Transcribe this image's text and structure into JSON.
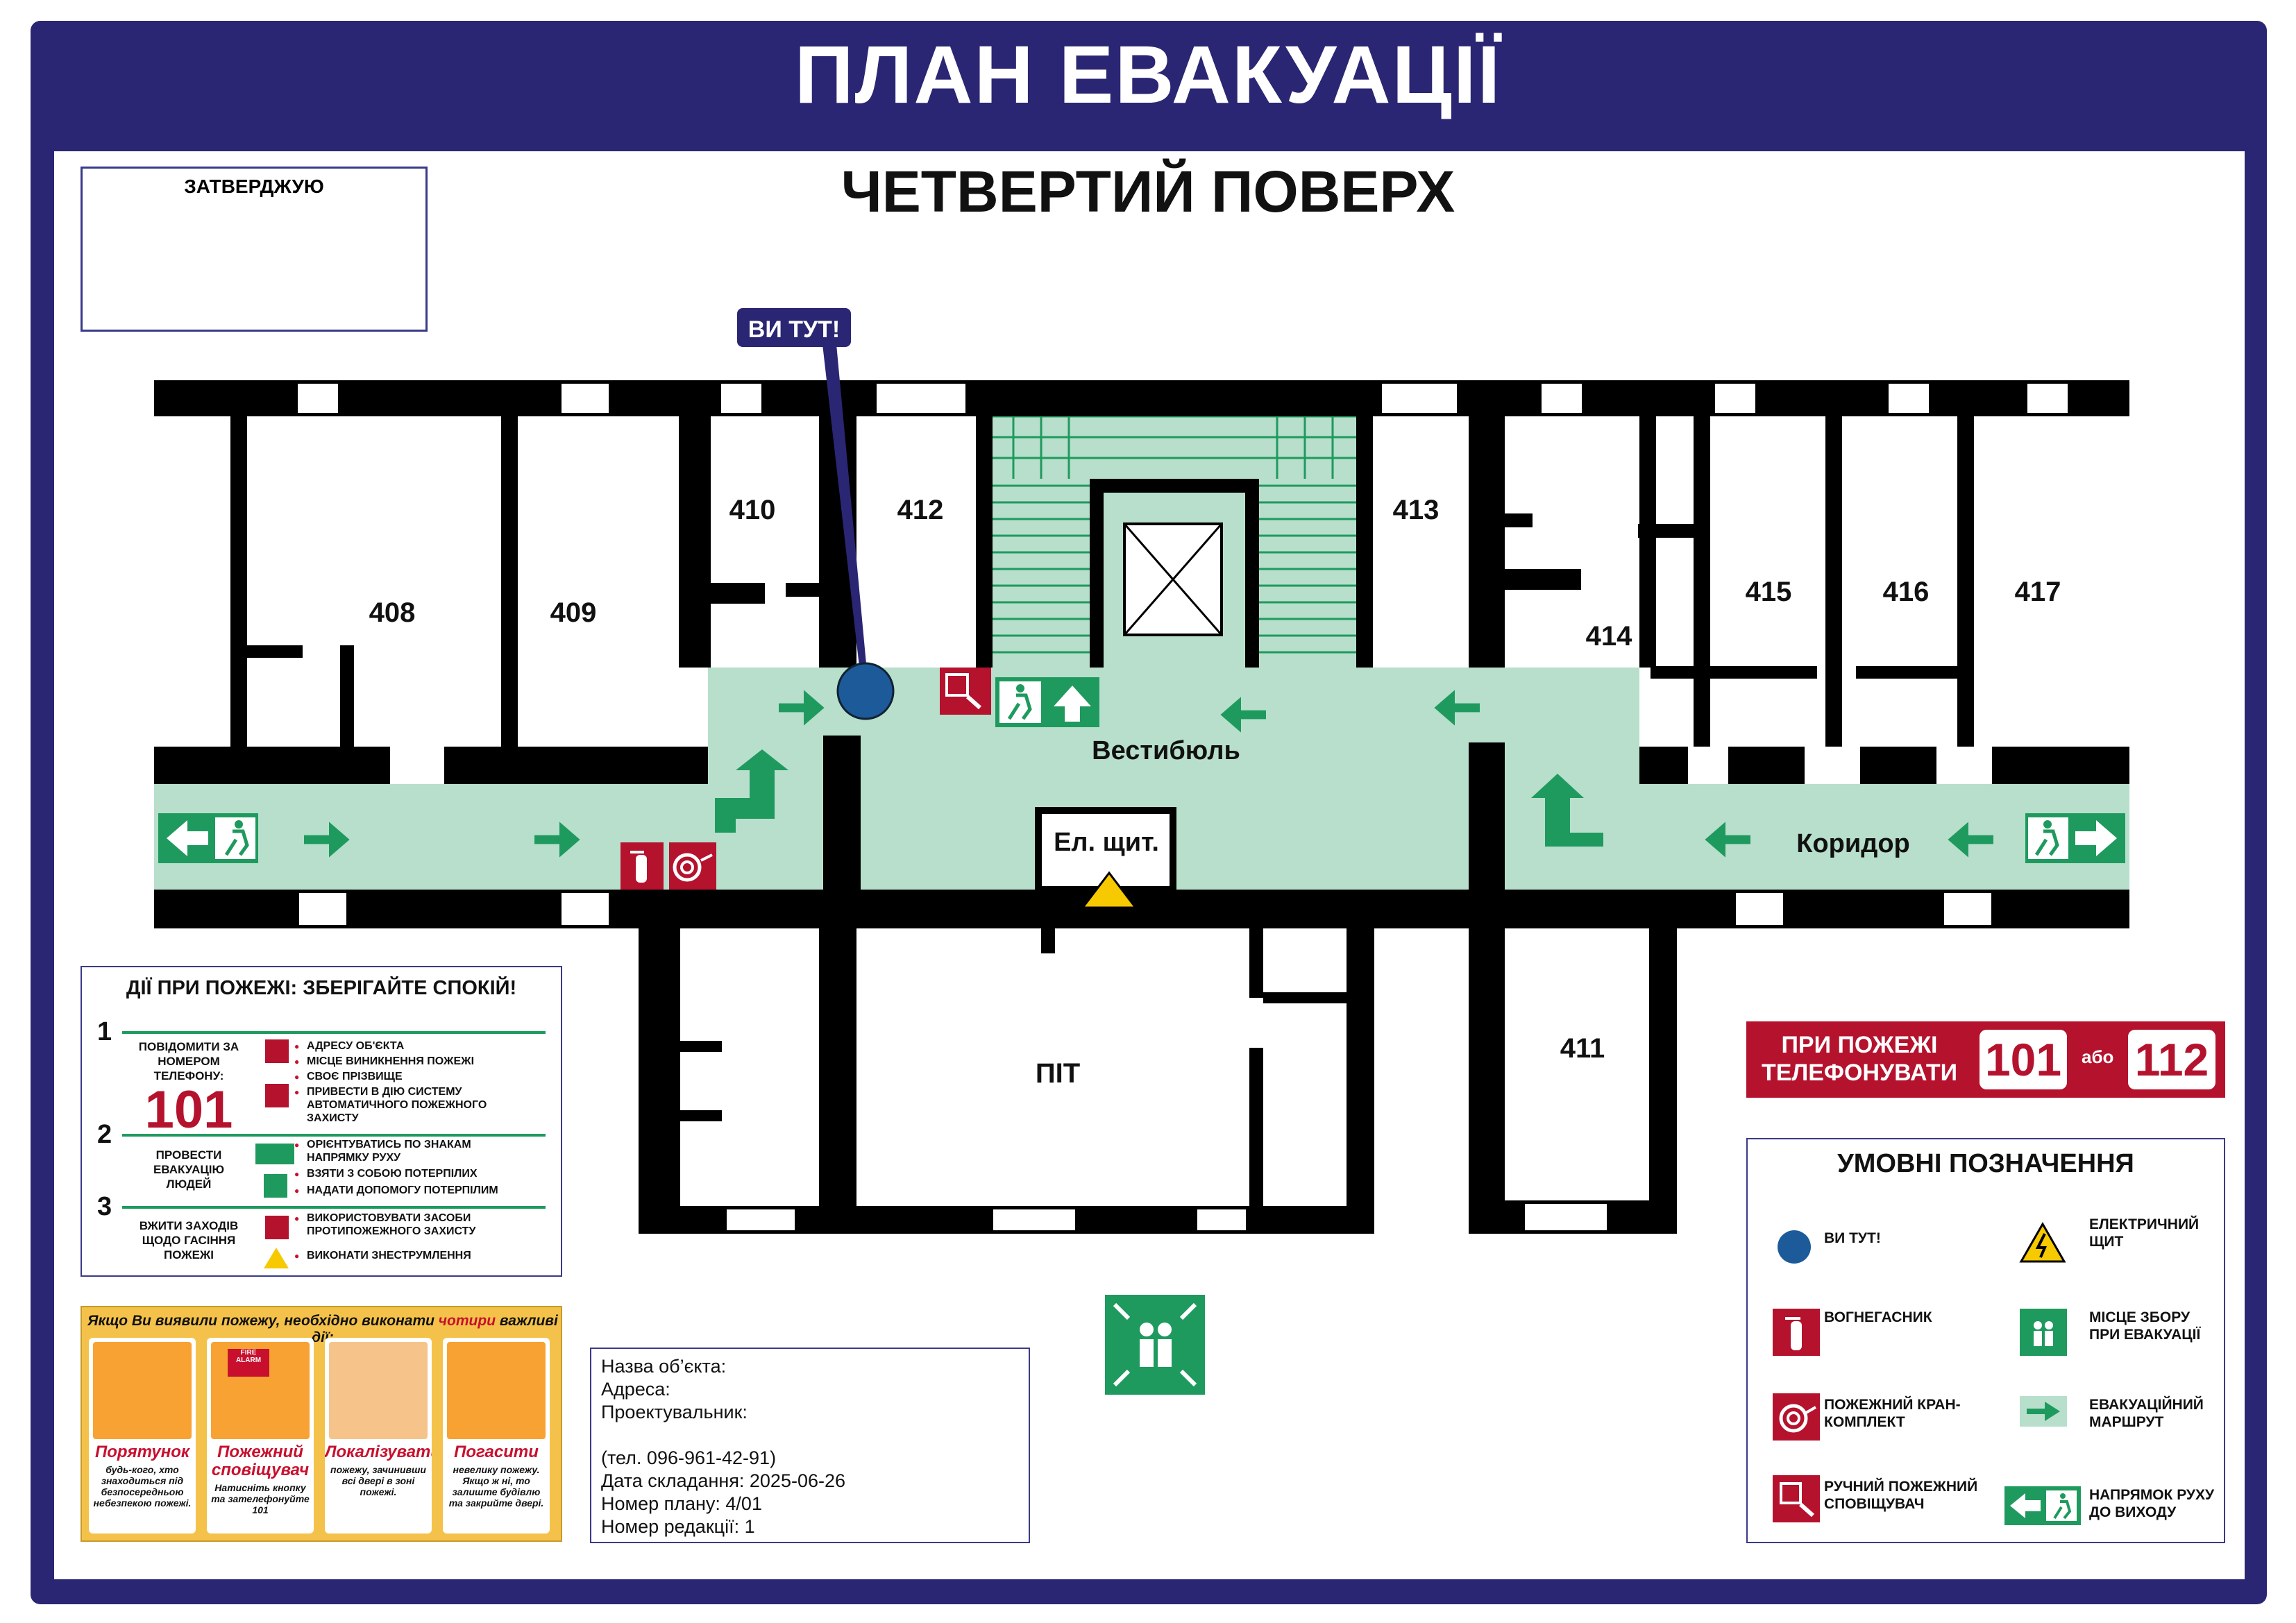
{
  "header": {
    "title": "ПЛАН ЕВАКУАЦІЇ",
    "floor": "ЧЕТВЕРТИЙ ПОВЕРХ"
  },
  "approve": {
    "label": "ЗАТВЕРДЖУЮ"
  },
  "plan": {
    "you_are_here": "ВИ ТУТ!",
    "rooms": [
      "408",
      "409",
      "410",
      "412",
      "413",
      "414",
      "415",
      "416",
      "417",
      "411",
      "ПІТ"
    ],
    "vestibule": "Вестибюль",
    "corridor": "Коридор",
    "panel": "Ел. щит."
  },
  "actions": {
    "title": "ДІЇ ПРИ ПОЖЕЖІ: ЗБЕРІГАЙТЕ СПОКІЙ!",
    "steps": [
      {
        "n": "1",
        "label": "ПОВІДОМИТИ ЗА НОМЕРОМ ТЕЛЕФОНУ:",
        "phone": "101",
        "items": [
          "АДРЕСУ ОБ'ЄКТА",
          "МІСЦЕ ВИНИКНЕННЯ ПОЖЕЖІ",
          "СВОЄ ПРІЗВИЩЕ",
          "ПРИВЕСТИ В ДІЮ СИСТЕМУ АВТОМАТИЧНОГО ПОЖЕЖНОГО ЗАХИСТУ"
        ]
      },
      {
        "n": "2",
        "label": "ПРОВЕСТИ ЕВАКУАЦІЮ ЛЮДЕЙ",
        "items": [
          "ОРІЄНТУВАТИСЬ ПО ЗНАКАМ НАПРЯМКУ РУХУ",
          "ВЗЯТИ З СОБОЮ ПОТЕРПІЛИХ",
          "НАДАТИ ДОПОМОГУ ПОТЕРПІЛИМ"
        ]
      },
      {
        "n": "3",
        "label": "ВЖИТИ ЗАХОДІВ ЩОДО ГАСІННЯ ПОЖЕЖІ",
        "items": [
          "ВИКОРИСТОВУВАТИ ЗАСОБИ ПРОТИПОЖЕЖНОГО ЗАХИСТУ",
          "ВИКОНАТИ ЗНЕСТРУМЛЕННЯ"
        ]
      }
    ]
  },
  "four": {
    "intro_pre": "Якщо Ви виявили пожежу, необхідно виконати ",
    "intro_em": "чотири",
    "intro_post": " важливі дії:",
    "cards": [
      {
        "title": "Порятунок",
        "desc": "будь-кого, хто знаходиться під безпосередньою небезпекою пожежі."
      },
      {
        "title": "Пожежний сповіщувач",
        "desc": "Натисніть кнопку та зателефонуйте 101"
      },
      {
        "title": "Локалізувати",
        "desc": "пожежу, зачинивши всі двері в зоні пожежі."
      },
      {
        "title": "Погасити",
        "desc": "невелику пожежу. Якщо ж ні, то залиште будівлю та закрийте двері."
      }
    ],
    "alarm_sign": "FIRE ALARM"
  },
  "info": {
    "name": "Назва об’єкта:",
    "address": "Адреса:",
    "designer": "Проектувальник:",
    "tel": "(тел. 096-961-42-91)",
    "date": "Дата складання: 2025-06-26",
    "plan_no": "Номер плану: 4/01",
    "rev": "Номер редакції: 1"
  },
  "phone": {
    "text": "ПРИ ПОЖЕЖІ ТЕЛЕФОНУВАТИ",
    "n1": "101",
    "or": "або",
    "n2": "112"
  },
  "legend": {
    "title": "УМОВНІ ПОЗНАЧЕННЯ",
    "items": [
      {
        "label": "ВИ ТУТ!"
      },
      {
        "label": "ЕЛЕКТРИЧНИЙ ЩИТ"
      },
      {
        "label": "ВОГНЕГАСНИК"
      },
      {
        "label": "МІСЦЕ ЗБОРУ ПРИ ЕВАКУАЦІЇ"
      },
      {
        "label": "ПОЖЕЖНИЙ КРАН-КОМПЛЕКТ"
      },
      {
        "label": "ЕВАКУАЦІЙНИЙ МАРШРУТ"
      },
      {
        "label": "РУЧНИЙ ПОЖЕЖНИЙ СПОВІЩУВАЧ"
      },
      {
        "label": "НАПРЯМОК РУХУ ДО ВИХОДУ"
      }
    ]
  },
  "colors": {
    "frame": "#2a2673",
    "route": "#b7dfcc",
    "green": "#1f9a5e",
    "red": "#b5122d",
    "dot": "#1d5a9a"
  }
}
